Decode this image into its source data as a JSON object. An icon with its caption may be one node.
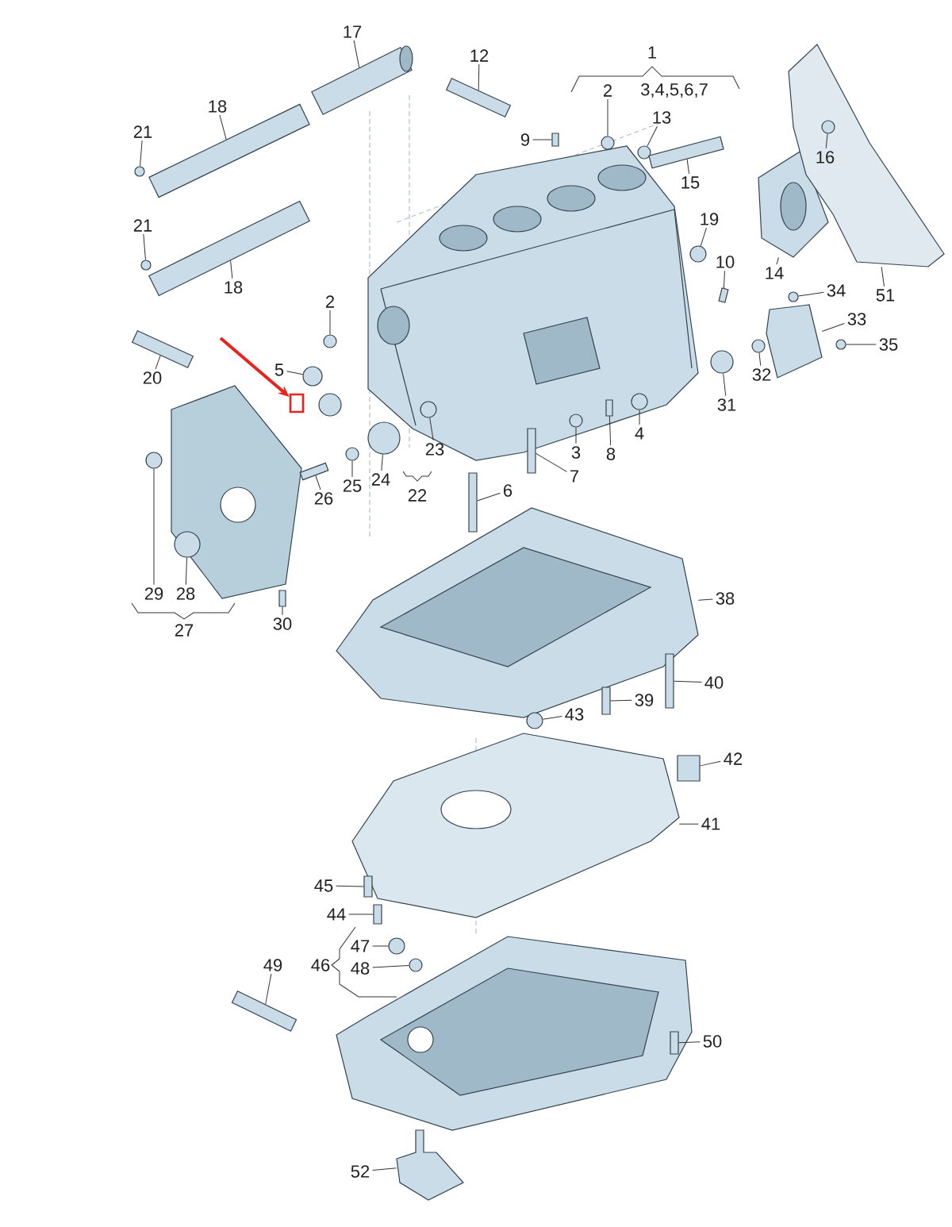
{
  "diagram": {
    "nodes": [
      {
        "text": [
          "17"
        ]
      },
      {
        "text": [
          "12"
        ]
      },
      {
        "text": [
          "1"
        ]
      },
      {
        "text": [
          "2"
        ]
      },
      {
        "text": [
          "13"
        ]
      },
      {
        "text": [
          "9"
        ]
      },
      {
        "text": [
          "21"
        ]
      },
      {
        "text": [
          "18"
        ]
      },
      {
        "text": [
          "15"
        ]
      },
      {
        "text": [
          "16"
        ],
        "in": 67
      },
      {
        "text": [
          "21"
        ]
      },
      {
        "text": [
          "19"
        ]
      },
      {
        "text": [
          "10"
        ]
      },
      {
        "text": [
          "14"
        ]
      },
      {
        "text": [
          "18"
        ]
      },
      {
        "text": [
          "51"
        ]
      },
      {
        "text": [
          "34"
        ]
      },
      {
        "text": [
          "33"
        ]
      },
      {
        "text": [
          "2"
        ]
      },
      {
        "text": [
          "20"
        ]
      },
      {
        "text": [
          "5"
        ]
      },
      {
        "text": [
          "35"
        ]
      },
      {
        "text": [
          "32"
        ]
      },
      {
        "text": [
          "31"
        ]
      },
      {
        "text": [
          "4"
        ]
      },
      {
        "text": [
          "23"
        ]
      },
      {
        "text": [
          "3"
        ]
      },
      {
        "text": [
          "8"
        ]
      },
      {
        "text": [
          "24"
        ]
      },
      {
        "text": [
          "22"
        ]
      },
      {
        "text": [
          "25"
        ]
      },
      {
        "text": [
          "26"
        ]
      },
      {
        "text": [
          "7"
        ]
      },
      {
        "text": [
          "6"
        ]
      },
      {
        "text": [
          "29"
        ]
      },
      {
        "text": [
          "28"
        ]
      },
      {
        "text": [
          "30"
        ]
      },
      {
        "text": [
          "27"
        ]
      },
      {
        "text": [
          "38"
        ]
      },
      {
        "text": [
          "40"
        ]
      },
      {
        "text": [
          "39"
        ]
      },
      {
        "text": [
          "43"
        ]
      },
      {
        "text": [
          "42"
        ]
      },
      {
        "text": [
          "41"
        ]
      },
      {
        "text": [
          "45"
        ]
      },
      {
        "text": [
          "44"
        ]
      },
      {
        "text": [
          "47"
        ]
      },
      {
        "text": [
          "46"
        ]
      },
      {
        "text": [
          "48"
        ]
      },
      {
        "text": [
          "49"
        ]
      },
      {
        "text": [
          "50"
        ]
      },
      {
        "text": [
          "52"
        ]
      },
      {
        "text": [],
        "shape": "box"
      },
      {
        "text": [],
        "shape": "bar"
      },
      {
        "text": [],
        "shape": "bar"
      },
      {
        "text": [],
        "shape": "circle"
      },
      {
        "text": [],
        "shape": "circle"
      },
      {
        "text": [],
        "shape": "bar"
      },
      {
        "text": [],
        "shape": "circle"
      },
      {
        "text": [],
        "shape": "bar"
      },
      {
        "text": [],
        "shape": "bar"
      },
      {
        "text": [],
        "shape": "circle",
        "in": 67
      },
      {
        "text": [],
        "shape": "circle"
      },
      {
        "text": [],
        "shape": "circle"
      },
      {
        "text": [],
        "shape": "bar"
      },
      {
        "text": [],
        "shape": "picture"
      },
      {
        "text": [],
        "shape": "bar"
      },
      {
        "text": [],
        "shape": "picture"
      },
      {
        "text": [],
        "shape": "circle"
      },
      {
        "text": [],
        "shape": "picture"
      },
      {
        "text": [],
        "shape": "circle"
      },
      {
        "text": [],
        "shape": "bar"
      },
      {
        "text": [],
        "shape": "circle"
      },
      {
        "text": [],
        "shape": "circle"
      },
      {
        "text": [],
        "shape": "circle"
      },
      {
        "text": [],
        "shape": "circle"
      },
      {
        "text": [],
        "shape": "circle"
      },
      {
        "text": [],
        "shape": "circle"
      },
      {
        "text": [],
        "shape": "circle"
      },
      {
        "text": [],
        "shape": "bar"
      },
      {
        "text": [],
        "shape": "circle"
      },
      {
        "text": [],
        "shape": "circle"
      },
      {
        "text": [],
        "shape": "bar"
      },
      {
        "text": [],
        "shape": "bar"
      },
      {
        "text": [],
        "shape": "bar"
      },
      {
        "text": [],
        "shape": "circle"
      },
      {
        "text": [],
        "shape": "circle"
      },
      {
        "text": [],
        "shape": "bar"
      },
      {
        "text": [],
        "shape": "picture"
      },
      {
        "text": [],
        "shape": "bar"
      },
      {
        "text": [],
        "shape": "bar"
      },
      {
        "text": [],
        "shape": "circle"
      },
      {
        "text": [],
        "shape": "box"
      },
      {
        "text": [],
        "shape": "picture"
      },
      {
        "text": [],
        "shape": "bar"
      },
      {
        "text": [],
        "shape": "bar"
      },
      {
        "text": [],
        "shape": "circle"
      },
      {
        "text": [],
        "shape": "circle"
      },
      {
        "text": [],
        "shape": "bar"
      },
      {
        "text": [],
        "shape": "bar"
      },
      {
        "text": [],
        "shape": "picture"
      },
      {
        "text": [],
        "shape": "circle"
      }
    ],
    "edges": [
      {
        "from": 0,
        "to": 53,
        "arrow": "none"
      },
      {
        "from": 1,
        "to": 54,
        "arrow": "none"
      },
      {
        "from": 3,
        "to": 55,
        "arrow": "none"
      },
      {
        "from": 4,
        "to": 56,
        "arrow": "none"
      },
      {
        "from": 5,
        "to": 57,
        "arrow": "none"
      },
      {
        "from": 6,
        "to": 58,
        "arrow": "none"
      },
      {
        "from": 7,
        "to": 59,
        "arrow": "none"
      },
      {
        "from": 8,
        "to": 60,
        "arrow": "none"
      },
      {
        "from": 9,
        "to": 61,
        "arrow": "none"
      },
      {
        "from": 10,
        "to": 62,
        "arrow": "none"
      },
      {
        "from": 11,
        "to": 63,
        "arrow": "none"
      },
      {
        "from": 12,
        "to": 64,
        "arrow": "none"
      },
      {
        "from": 13,
        "to": 65,
        "arrow": "none"
      },
      {
        "from": 14,
        "to": 66,
        "arrow": "none"
      },
      {
        "from": 15,
        "to": 67,
        "arrow": "none"
      },
      {
        "from": 16,
        "to": 68,
        "arrow": "none"
      },
      {
        "from": 17,
        "to": 69,
        "arrow": "none"
      },
      {
        "from": 18,
        "to": 70,
        "arrow": "none"
      },
      {
        "from": 19,
        "to": 71,
        "arrow": "none"
      },
      {
        "from": 20,
        "to": 72,
        "arrow": "none"
      },
      {
        "from": 21,
        "to": 73,
        "arrow": "none"
      },
      {
        "from": 22,
        "to": 74,
        "arrow": "none"
      },
      {
        "from": 23,
        "to": 75,
        "arrow": "none"
      },
      {
        "from": 24,
        "to": 76,
        "arrow": "none"
      },
      {
        "from": 25,
        "to": 77,
        "arrow": "none"
      },
      {
        "from": 26,
        "to": 78,
        "arrow": "none"
      },
      {
        "from": 27,
        "to": 79,
        "arrow": "none"
      },
      {
        "from": 28,
        "to": 80,
        "arrow": "none"
      },
      {
        "from": 30,
        "to": 81,
        "arrow": "none"
      },
      {
        "from": 31,
        "to": 82,
        "arrow": "none"
      },
      {
        "from": 32,
        "to": 83,
        "arrow": "none"
      },
      {
        "from": 33,
        "to": 84,
        "arrow": "none"
      },
      {
        "from": 34,
        "to": 85,
        "arrow": "none"
      },
      {
        "from": 35,
        "to": 86,
        "arrow": "none"
      },
      {
        "from": 36,
        "to": 87,
        "arrow": "none"
      },
      {
        "from": 38,
        "to": 88,
        "arrow": "none"
      },
      {
        "from": 39,
        "to": 89,
        "arrow": "none"
      },
      {
        "from": 40,
        "to": 90,
        "arrow": "none"
      },
      {
        "from": 41,
        "to": 91,
        "arrow": "none"
      },
      {
        "from": 42,
        "to": 92,
        "arrow": "none"
      },
      {
        "from": 43,
        "to": 93,
        "arrow": "none"
      },
      {
        "from": 44,
        "to": 94,
        "arrow": "none"
      },
      {
        "from": 45,
        "to": 95,
        "arrow": "none"
      },
      {
        "from": 46,
        "to": 96,
        "arrow": "none"
      },
      {
        "from": 48,
        "to": 97,
        "arrow": "none"
      },
      {
        "from": 49,
        "to": 98,
        "arrow": "none"
      },
      {
        "from": 50,
        "to": 99,
        "arrow": "none"
      },
      {
        "from": 51,
        "to": 100,
        "arrow": "none"
      },
      {
        "from": null,
        "to": 52,
        "arrow": "to",
        "style": "thick",
        "color": "#e8231e"
      }
    ],
    "labels": [
      "3,4,5,6,7"
    ]
  }
}
